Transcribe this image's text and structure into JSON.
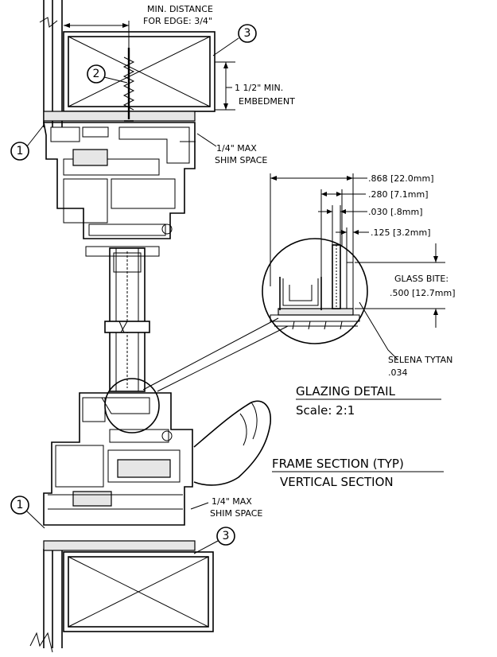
{
  "callouts": {
    "c1": "1",
    "c2": "2",
    "c3": "3"
  },
  "annotations": {
    "min_distance_line1": "MIN. DISTANCE",
    "min_distance_line2": "FOR EDGE: 3/4\"",
    "embedment_line1": "1 1/2\" MIN.",
    "embedment_line2": "EMBEDMENT",
    "shim_top_line1": "1/4\" MAX",
    "shim_top_line2": "SHIM SPACE",
    "shim_bottom_line1": "1/4\" MAX",
    "shim_bottom_line2": "SHIM SPACE"
  },
  "glazing_dims": {
    "d1": ".868 [22.0mm]",
    "d2": ".280 [7.1mm]",
    "d3": ".030 [.8mm]",
    "d4": ".125 [3.2mm]",
    "bite_line1": "GLASS BITE:",
    "bite_line2": ".500 [12.7mm]",
    "tape_line1": "SELENA TYTAN",
    "tape_line2": ".034"
  },
  "titles": {
    "glazing_title": "GLAZING DETAIL",
    "glazing_scale": "Scale: 2:1",
    "frame_title": "FRAME SECTION (TYP)",
    "frame_subtitle": "VERTICAL SECTION"
  }
}
